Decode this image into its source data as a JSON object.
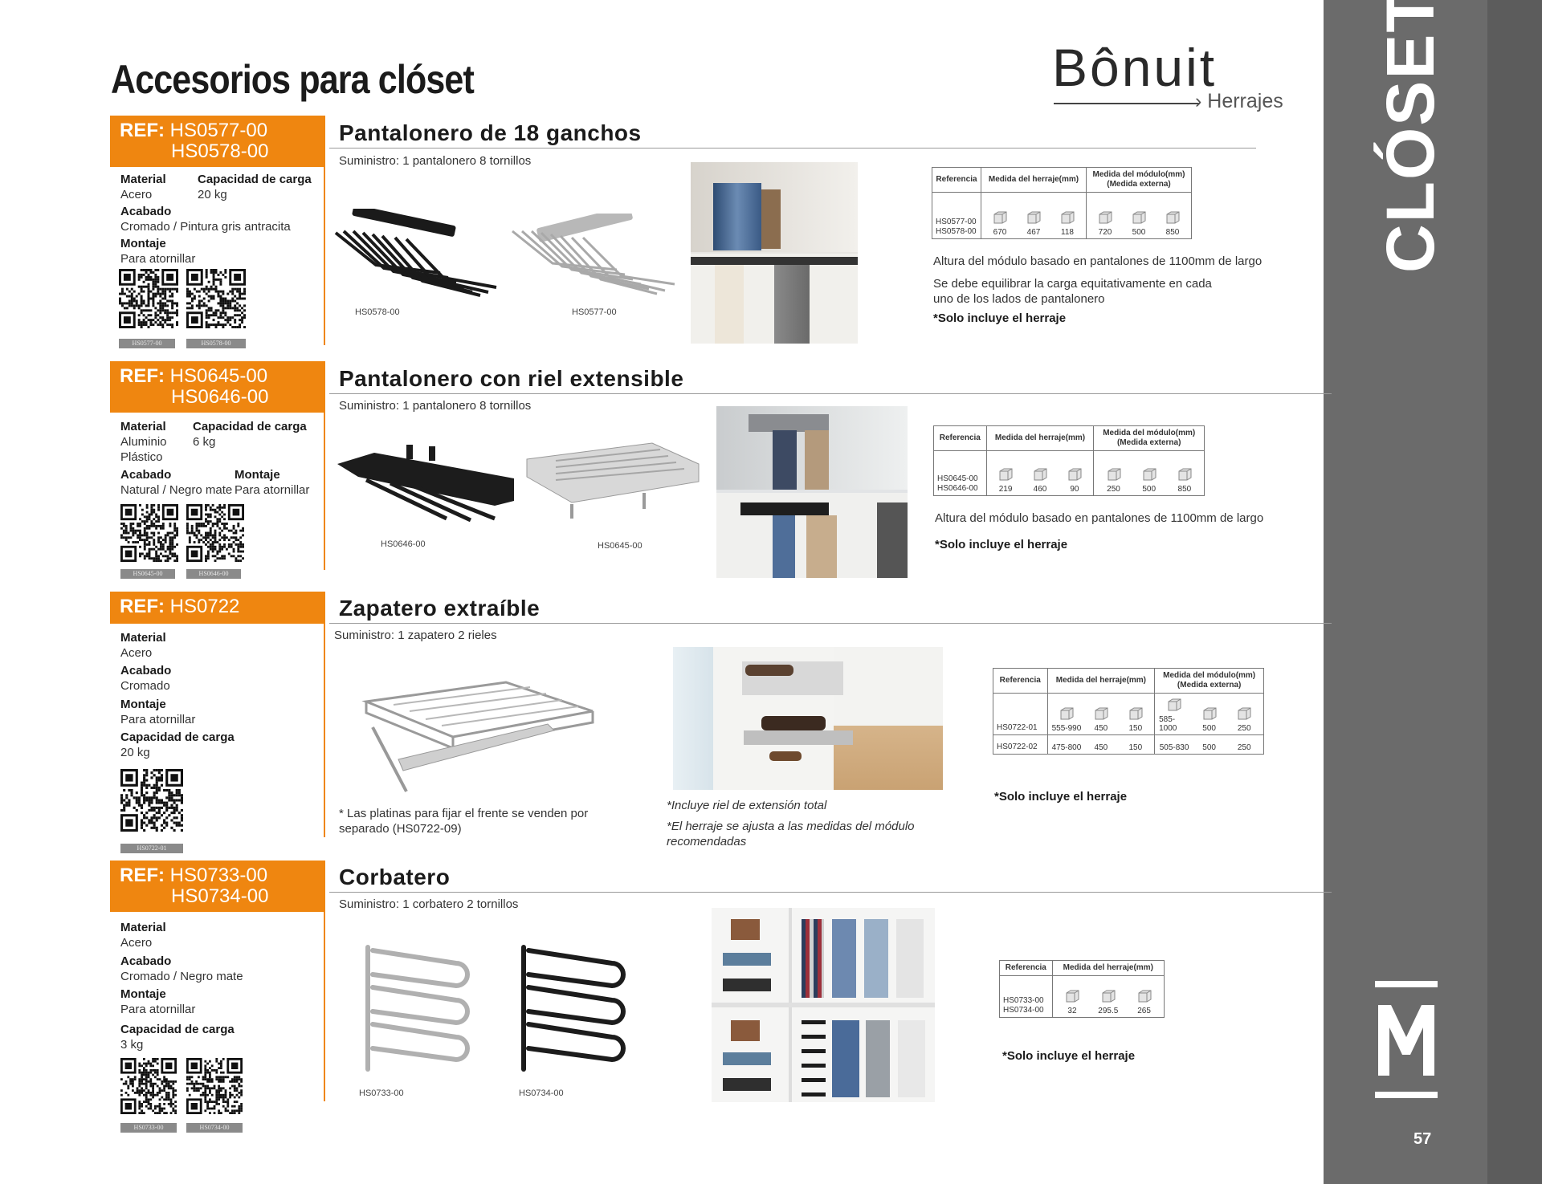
{
  "page": {
    "title": "Accesorios para clóset",
    "side_label": "CLÓSET",
    "page_number": "57",
    "brand": {
      "name": "Bônuit",
      "sub": "› Herrajes"
    }
  },
  "sections": [
    {
      "ref_label": "REF:",
      "ref_codes": [
        "HS0577-00",
        "HS0578-00"
      ],
      "title": "Pantalonero de 18 ganchos",
      "supply": "Suministro: 1 pantalonero 8 tornillos",
      "specs": {
        "material_h": "Material",
        "material_v": "Acero",
        "capacity_h": "Capacidad de carga",
        "capacity_v": "20 kg",
        "finish_h": "Acabado",
        "finish_v": "Cromado / Pintura gris antracita",
        "mount_h": "Montaje",
        "mount_v": "Para atornillar"
      },
      "qr_labels": [
        "HS0577-00",
        "HS0578-00"
      ],
      "captions": [
        "HS0578-00",
        "HS0577-00"
      ],
      "table": {
        "h_ref": "Referencia",
        "h_herraje": "Medida del herraje(mm)",
        "h_modulo": "Medida del módulo(mm) (Medida externa)",
        "rows": [
          {
            "refs": [
              "HS0577-00",
              "HS0578-00"
            ],
            "herraje": [
              "670",
              "467",
              "118"
            ],
            "modulo": [
              "720",
              "500",
              "850"
            ]
          }
        ]
      },
      "notes": [
        "Altura del módulo basado en pantalones de 1100mm de largo",
        "Se debe equilibrar la carga equitativamente en cada uno de los lados de pantalonero",
        "*Solo incluye el herraje"
      ]
    },
    {
      "ref_label": "REF:",
      "ref_codes": [
        "HS0645-00",
        "HS0646-00"
      ],
      "title": "Pantalonero con riel extensible",
      "supply": "Suministro: 1 pantalonero 8 tornillos",
      "specs": {
        "material_h": "Material",
        "material_v1": "Aluminio",
        "material_v2": "Plástico",
        "capacity_h": "Capacidad de carga",
        "capacity_v": "6 kg",
        "finish_h": "Acabado",
        "finish_v": "Natural / Negro mate",
        "mount_h": "Montaje",
        "mount_v": "Para atornillar"
      },
      "qr_labels": [
        "HS0645-00",
        "HS0646-00"
      ],
      "captions": [
        "HS0646-00",
        "HS0645-00"
      ],
      "table": {
        "h_ref": "Referencia",
        "h_herraje": "Medida del herraje(mm)",
        "h_modulo": "Medida del módulo(mm) (Medida externa)",
        "rows": [
          {
            "refs": [
              "HS0645-00",
              "HS0646-00"
            ],
            "herraje": [
              "219",
              "460",
              "90"
            ],
            "modulo": [
              "250",
              "500",
              "850"
            ]
          }
        ]
      },
      "notes": [
        "Altura del módulo basado en pantalones de 1100mm de largo",
        "*Solo incluye el herraje"
      ]
    },
    {
      "ref_label": "REF:",
      "ref_codes": [
        "HS0722"
      ],
      "title": "Zapatero extraíble",
      "supply": "Suministro: 1 zapatero 2 rieles",
      "specs": {
        "material_h": "Material",
        "material_v": "Acero",
        "finish_h": "Acabado",
        "finish_v": "Cromado",
        "mount_h": "Montaje",
        "mount_v": "Para atornillar",
        "capacity_h": "Capacidad de carga",
        "capacity_v": "20 kg"
      },
      "qr_labels": [
        "HS0722-01"
      ],
      "table": {
        "h_ref": "Referencia",
        "h_herraje": "Medida del herraje(mm)",
        "h_modulo": "Medida del módulo(mm) (Medida externa)",
        "rows": [
          {
            "refs": [
              "HS0722-01"
            ],
            "herraje": [
              "555-990",
              "450",
              "150"
            ],
            "modulo": [
              "585-1000",
              "500",
              "250"
            ]
          },
          {
            "refs": [
              "HS0722-02"
            ],
            "herraje": [
              "475-800",
              "450",
              "150"
            ],
            "modulo": [
              "505-830",
              "500",
              "250"
            ]
          }
        ]
      },
      "notes": [
        "* Las platinas para fijar el frente se venden por separado (HS0722-09)",
        "*Incluye riel de extensión total",
        "*El herraje se ajusta a las medidas del módulo recomendadas",
        "*Solo incluye el herraje"
      ]
    },
    {
      "ref_label": "REF:",
      "ref_codes": [
        "HS0733-00",
        "HS0734-00"
      ],
      "title": "Corbatero",
      "supply": "Suministro: 1 corbatero 2 tornillos",
      "specs": {
        "material_h": "Material",
        "material_v": "Acero",
        "finish_h": "Acabado",
        "finish_v": "Cromado / Negro mate",
        "mount_h": "Montaje",
        "mount_v": "Para atornillar",
        "capacity_h": "Capacidad de carga",
        "capacity_v": "3 kg"
      },
      "qr_labels": [
        "HS0733-00",
        "HS0734-00"
      ],
      "captions": [
        "HS0733-00",
        "HS0734-00"
      ],
      "table": {
        "h_ref": "Referencia",
        "h_herraje": "Medida del herraje(mm)",
        "rows": [
          {
            "refs": [
              "HS0733-00",
              "HS0734-00"
            ],
            "herraje": [
              "32",
              "295.5",
              "265"
            ]
          }
        ]
      },
      "notes": [
        "*Solo incluye el herraje"
      ]
    }
  ]
}
